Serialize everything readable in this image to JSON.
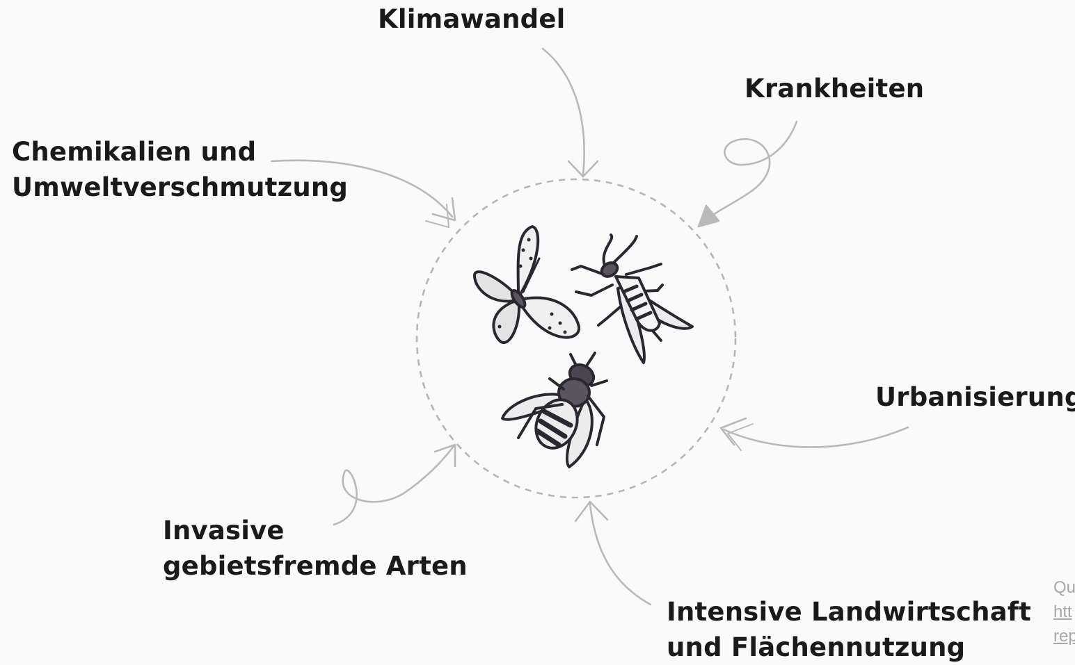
{
  "labels": {
    "klimawandel": "Klimawandel",
    "krankheiten": "Krankheiten",
    "chemikalien": [
      "Chemikalien und",
      "Umweltverschmutzung"
    ],
    "urbanisierung": "Urbanisierung",
    "invasive": [
      "Invasive",
      "gebietsfremde Arten"
    ],
    "landwirtschaft": [
      "Intensive Landwirtschaft",
      "und Flächennutzung"
    ]
  },
  "source": {
    "line1": "Qu",
    "line2": "htt",
    "line3": "rep"
  },
  "icons": [
    "butterfly-icon",
    "wasp-icon",
    "bee-icon"
  ],
  "colors": {
    "text": "#1a1a1a",
    "arrow": "#b9b9b9",
    "dashed_circle": "#b5b5b5",
    "insect_outline": "#2b2730",
    "insect_fill_light": "#ececec",
    "insect_fill_dark": "#5a5560",
    "background": "#fafafa",
    "source_text": "#a8a8a8"
  }
}
